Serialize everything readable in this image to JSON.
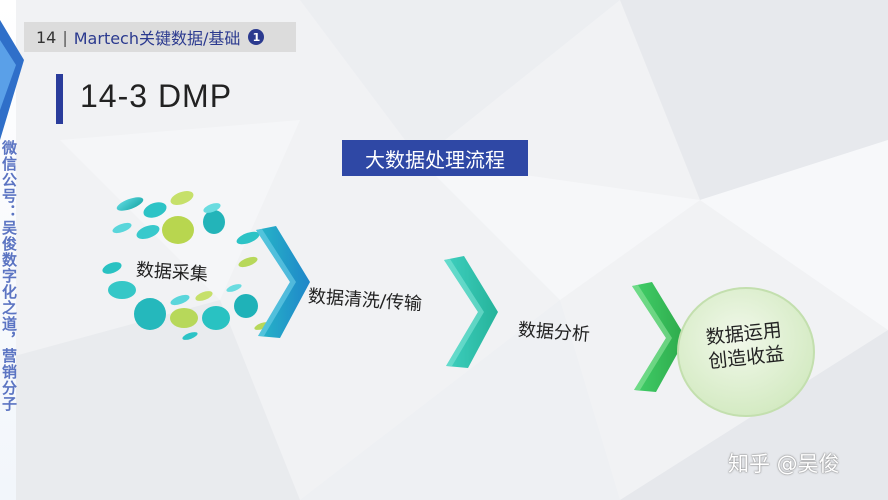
{
  "side_caption": "微信公号：吴俊数字化之道，营销分子",
  "header": {
    "number": "14",
    "separator": "|",
    "title": "Martech关键数据/基础",
    "badge": "1"
  },
  "title": "14-3   DMP",
  "process_label": "大数据处理流程",
  "steps": [
    {
      "label": "数据采集"
    },
    {
      "label": "数据清洗/传输"
    },
    {
      "label": "数据分析"
    }
  ],
  "final_step": {
    "line1": "数据运用",
    "line2": "创造收益"
  },
  "watermark": "知乎 @吴俊",
  "colors": {
    "accent_blue": "#2f48a5",
    "teal": "#29c2c2",
    "lime": "#b7d85a",
    "final_circle": "#dff0d2"
  }
}
